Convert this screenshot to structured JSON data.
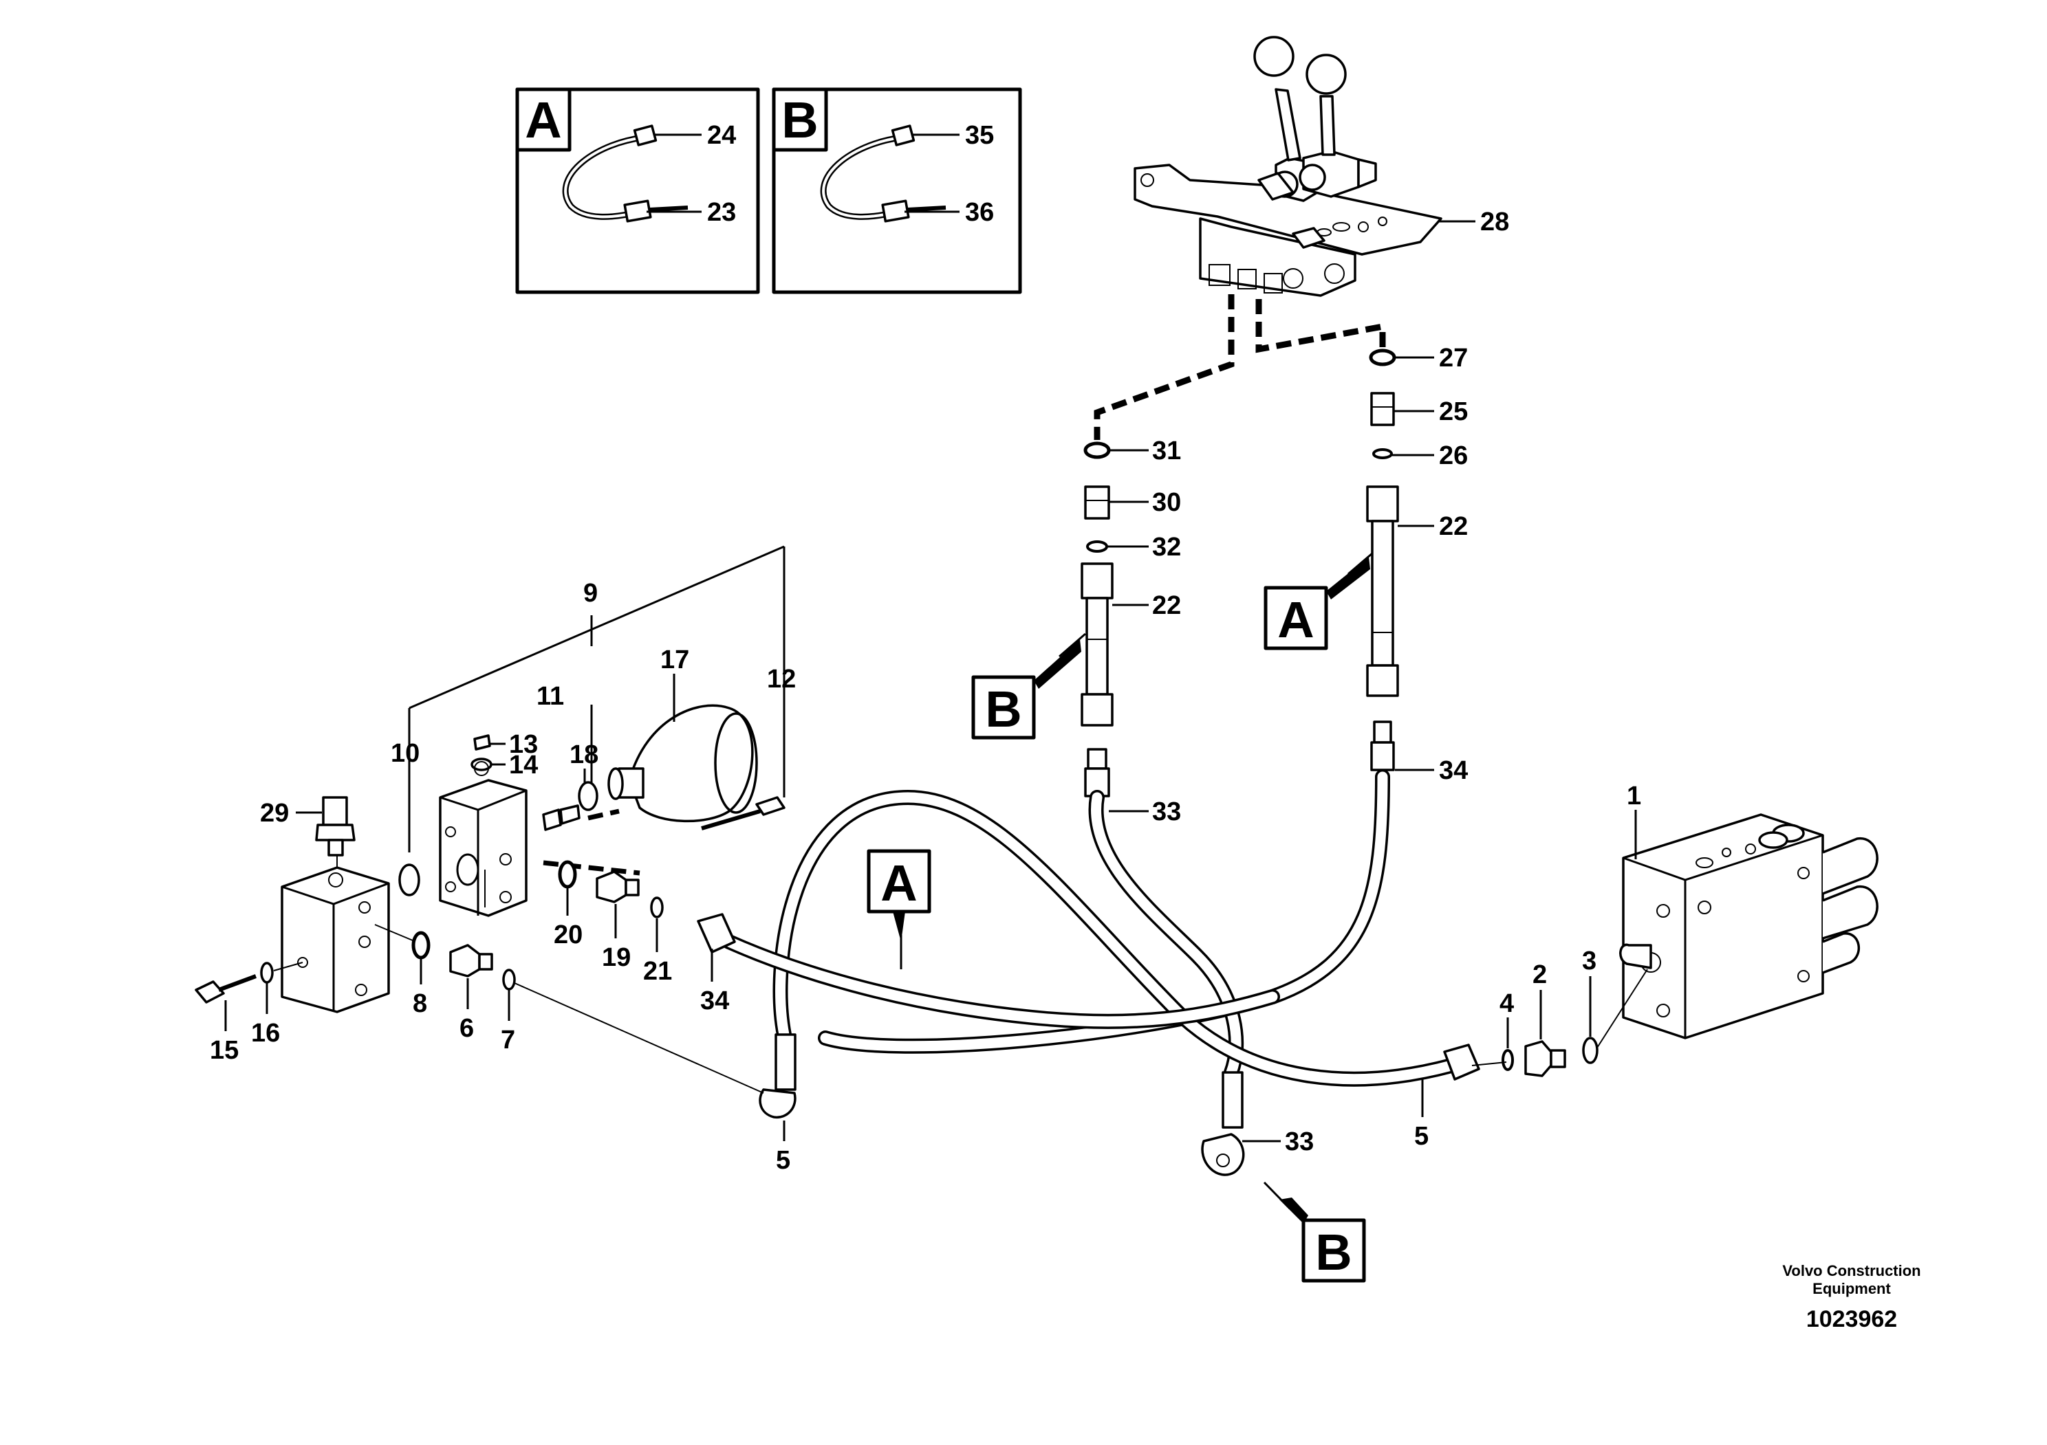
{
  "detail_boxes": [
    {
      "letter": "A",
      "labels": [
        "24",
        "23"
      ]
    },
    {
      "letter": "B",
      "labels": [
        "35",
        "36"
      ]
    }
  ],
  "callout_letters": [
    "A",
    "B",
    "A",
    "B"
  ],
  "part_labels": {
    "p1": "1",
    "p2": "2",
    "p3": "3",
    "p4": "4",
    "p5a": "5",
    "p5b": "5",
    "p6": "6",
    "p7": "7",
    "p8": "8",
    "p9": "9",
    "p10": "10",
    "p11": "11",
    "p12": "12",
    "p13": "13",
    "p14": "14",
    "p15": "15",
    "p16": "16",
    "p17": "17",
    "p18": "18",
    "p19": "19",
    "p20": "20",
    "p21": "21",
    "p22a": "22",
    "p22b": "22",
    "p25": "25",
    "p26": "26",
    "p27": "27",
    "p28": "28",
    "p29": "29",
    "p30": "30",
    "p31": "31",
    "p32": "32",
    "p33a": "33",
    "p33b": "33",
    "p34a": "34",
    "p34b": "34"
  },
  "footer": {
    "company_line1": "Volvo Construction",
    "company_line2": "Equipment",
    "reference_number": "1023962"
  }
}
